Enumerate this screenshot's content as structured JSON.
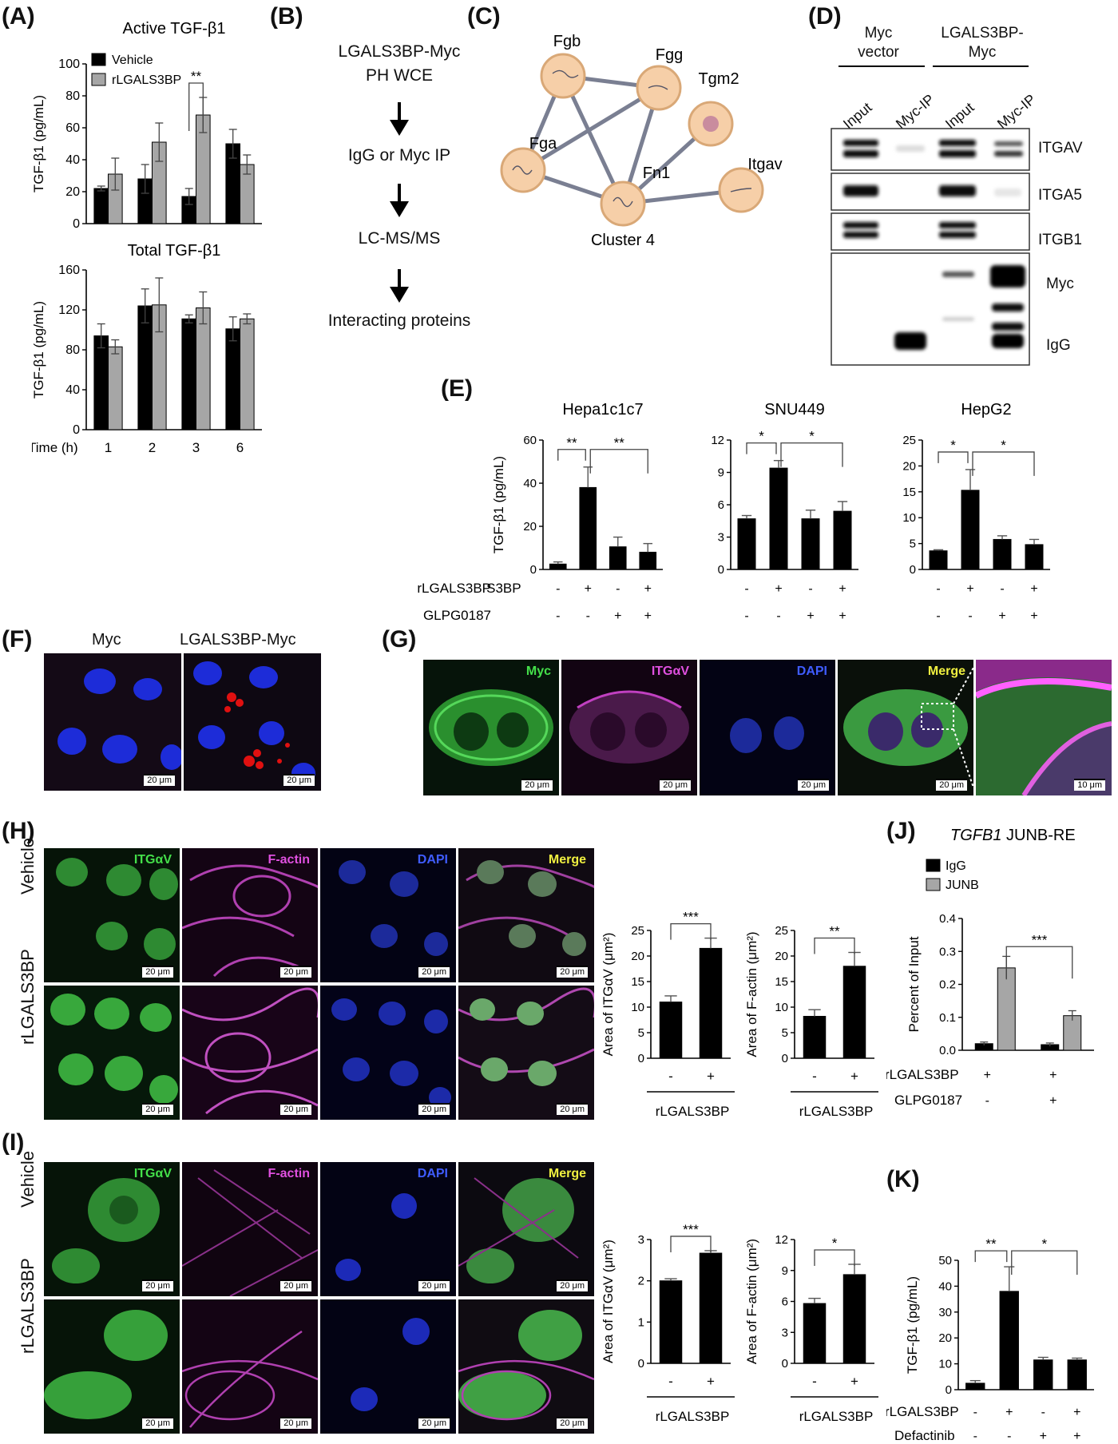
{
  "panels": {
    "A": "(A)",
    "B": "(B)",
    "C": "(C)",
    "D": "(D)",
    "E": "(E)",
    "F": "(F)",
    "G": "(G)",
    "H": "(H)",
    "I": "(I)",
    "J": "(J)",
    "K": "(K)"
  },
  "panelA": {
    "legend": [
      "Vehicle",
      "rLGALS3BP"
    ],
    "xaxis_label": "Time (h)",
    "sig_top": "**"
  },
  "panelB": {
    "steps": [
      "LGALS3BP-Myc",
      "PH WCE",
      "IgG or Myc IP",
      "LC-MS/MS",
      "Interacting proteins"
    ]
  },
  "panelC": {
    "nodes": [
      "Fgb",
      "Fgg",
      "Tgm2",
      "Fga",
      "Fn1",
      "Itgav"
    ],
    "caption": "Cluster 4"
  },
  "panelD": {
    "groups": [
      "Myc",
      "vector",
      "LGALS3BP-",
      "Myc"
    ],
    "lanes": [
      "Input",
      "Myc-IP",
      "Input",
      "Myc-IP"
    ],
    "bands": [
      "ITGAV",
      "ITGA5",
      "ITGB1",
      "Myc",
      "IgG"
    ]
  },
  "panelE": {
    "row_labels": [
      "rLGALS3BP",
      "GLPG0187"
    ],
    "rLGALS3BP": [
      "-",
      "+",
      "-",
      "+"
    ],
    "GLPG0187": [
      "-",
      "-",
      "+",
      "+"
    ],
    "sig": [
      "**",
      "**",
      "*",
      "*",
      "*",
      "*"
    ]
  },
  "panelF": {
    "titles": [
      "Myc",
      "LGALS3BP-Myc"
    ],
    "scale": "20 μm"
  },
  "panelG": {
    "channels": [
      "Myc",
      "ITGαV",
      "DAPI",
      "Merge"
    ],
    "scale": "20 μm",
    "scale_zoom": "10 μm"
  },
  "panelH": {
    "rows": [
      "Vehicle",
      "rLGALS3BP"
    ],
    "channels": [
      "ITGαV",
      "F-actin",
      "DAPI",
      "Merge"
    ],
    "scale": "20 μm",
    "treat_label": "rLGALS3BP",
    "ticks": [
      "-",
      "+"
    ],
    "sig": [
      "***",
      "**"
    ]
  },
  "panelI": {
    "rows": [
      "Vehicle",
      "rLGALS3BP"
    ],
    "channels": [
      "ITGαV",
      "F-actin",
      "DAPI",
      "Merge"
    ],
    "scale": "20 μm",
    "treat_label": "rLGALS3BP",
    "ticks": [
      "-",
      "+"
    ],
    "sig": [
      "***",
      "*"
    ]
  },
  "panelJ": {
    "title_italic": "TGFB1",
    "title_rest": " JUNB-RE",
    "legend": [
      "IgG",
      "JUNB"
    ],
    "row_labels": [
      "rLGALS3BP",
      "GLPG0187"
    ],
    "rLGALS3BP": [
      "+",
      "+"
    ],
    "GLPG0187": [
      "-",
      "+"
    ],
    "sig": "***"
  },
  "panelK": {
    "row_labels": [
      "rLGALS3BP",
      "Defactinib"
    ],
    "rLGALS3BP": [
      "-",
      "+",
      "-",
      "+"
    ],
    "Defactinib": [
      "-",
      "-",
      "+",
      "+"
    ],
    "sig": [
      "**",
      "*"
    ]
  },
  "colors": {
    "black_bar": "#000000",
    "gray_bar": "#a6a6a6",
    "node": "#f6cfa8",
    "node_stroke": "#d9a877",
    "edge": "#7a7f92"
  },
  "chart_data": [
    {
      "id": "A-active",
      "type": "bar",
      "title": "Active TGF-β1",
      "ylabel": "TGF-β1 (pg/mL)",
      "ylim": [
        0,
        100
      ],
      "yticks": [
        0,
        20,
        40,
        60,
        80,
        100
      ],
      "categories": [
        "1",
        "2",
        "3",
        "6"
      ],
      "series": [
        {
          "name": "Vehicle",
          "values": [
            22,
            28,
            17,
            50
          ],
          "err": [
            1.5,
            9,
            5,
            9
          ]
        },
        {
          "name": "rLGALS3BP",
          "values": [
            31,
            51,
            68,
            37
          ],
          "err": [
            10,
            12,
            11,
            6
          ]
        }
      ]
    },
    {
      "id": "A-total",
      "type": "bar",
      "title": "Total TGF-β1",
      "ylabel": "TGF-β1 (pg/mL)",
      "ylim": [
        0,
        160
      ],
      "yticks": [
        0,
        40,
        80,
        120,
        160
      ],
      "categories": [
        "1",
        "2",
        "3",
        "6"
      ],
      "series": [
        {
          "name": "Vehicle",
          "values": [
            94,
            124,
            111,
            101
          ],
          "err": [
            12,
            17,
            4,
            12
          ]
        },
        {
          "name": "rLGALS3BP",
          "values": [
            83,
            125,
            122,
            111
          ],
          "err": [
            7,
            27,
            16,
            5
          ]
        }
      ]
    },
    {
      "id": "E-hepa",
      "type": "bar",
      "title": "Hepa1c1c7",
      "ylabel": "TGF-β1 (pg/mL)",
      "ylim": [
        0,
        60
      ],
      "yticks": [
        0,
        20,
        40,
        60
      ],
      "values": [
        2.5,
        38,
        10.5,
        8
      ],
      "err": [
        1,
        9.5,
        4.5,
        4
      ]
    },
    {
      "id": "E-snu",
      "type": "bar",
      "title": "SNU449",
      "ylabel": "",
      "ylim": [
        0,
        12
      ],
      "yticks": [
        0,
        3,
        6,
        9,
        12
      ],
      "values": [
        4.7,
        9.4,
        4.7,
        5.4
      ],
      "err": [
        0.3,
        0.7,
        0.8,
        0.9
      ]
    },
    {
      "id": "E-hepg2",
      "type": "bar",
      "title": "HepG2",
      "ylabel": "",
      "ylim": [
        0,
        25
      ],
      "yticks": [
        0,
        5,
        10,
        15,
        20,
        25
      ],
      "values": [
        3.6,
        15.3,
        5.8,
        4.8
      ],
      "err": [
        0.2,
        4,
        0.7,
        1
      ]
    },
    {
      "id": "H-itgav",
      "type": "bar",
      "ylabel": "Area of ITGαV (μm²)",
      "ylim": [
        0,
        25
      ],
      "yticks": [
        0,
        5,
        10,
        15,
        20,
        25
      ],
      "values": [
        11,
        21.5
      ],
      "err": [
        1.2,
        2
      ]
    },
    {
      "id": "H-factin",
      "type": "bar",
      "ylabel": "Area of F-actin (μm²)",
      "ylim": [
        0,
        25
      ],
      "yticks": [
        0,
        5,
        10,
        15,
        20,
        25
      ],
      "values": [
        8.2,
        18
      ],
      "err": [
        1.3,
        2.7
      ]
    },
    {
      "id": "I-itgav",
      "type": "bar",
      "ylabel": "Area of ITGαV (μm²)",
      "ylim": [
        0,
        3
      ],
      "yticks": [
        0,
        1,
        2,
        3
      ],
      "values": [
        2,
        2.67
      ],
      "err": [
        0.05,
        0.06
      ]
    },
    {
      "id": "I-factin",
      "type": "bar",
      "ylabel": "Area of F-actin (μm²)",
      "ylim": [
        0,
        12
      ],
      "yticks": [
        0,
        3,
        6,
        9,
        12
      ],
      "values": [
        5.8,
        8.6
      ],
      "err": [
        0.5,
        1
      ]
    },
    {
      "id": "J",
      "type": "bar",
      "ylabel": "Percent of Input",
      "ylim": [
        0,
        0.4
      ],
      "yticks": [
        "0.0",
        "0.1",
        "0.2",
        "0.3",
        "0.4"
      ],
      "series": [
        {
          "name": "IgG",
          "values": [
            0.02,
            0.017
          ],
          "err": [
            0.005,
            0.005
          ]
        },
        {
          "name": "JUNB",
          "values": [
            0.25,
            0.105
          ],
          "err": [
            0.035,
            0.015
          ]
        }
      ]
    },
    {
      "id": "K",
      "type": "bar",
      "ylabel": "TGF-β1 (pg/mL)",
      "ylim": [
        0,
        50
      ],
      "yticks": [
        0,
        10,
        20,
        30,
        40,
        50
      ],
      "values": [
        2.5,
        38,
        11.5,
        11.5
      ],
      "err": [
        1,
        9.5,
        1,
        0.7
      ]
    }
  ]
}
